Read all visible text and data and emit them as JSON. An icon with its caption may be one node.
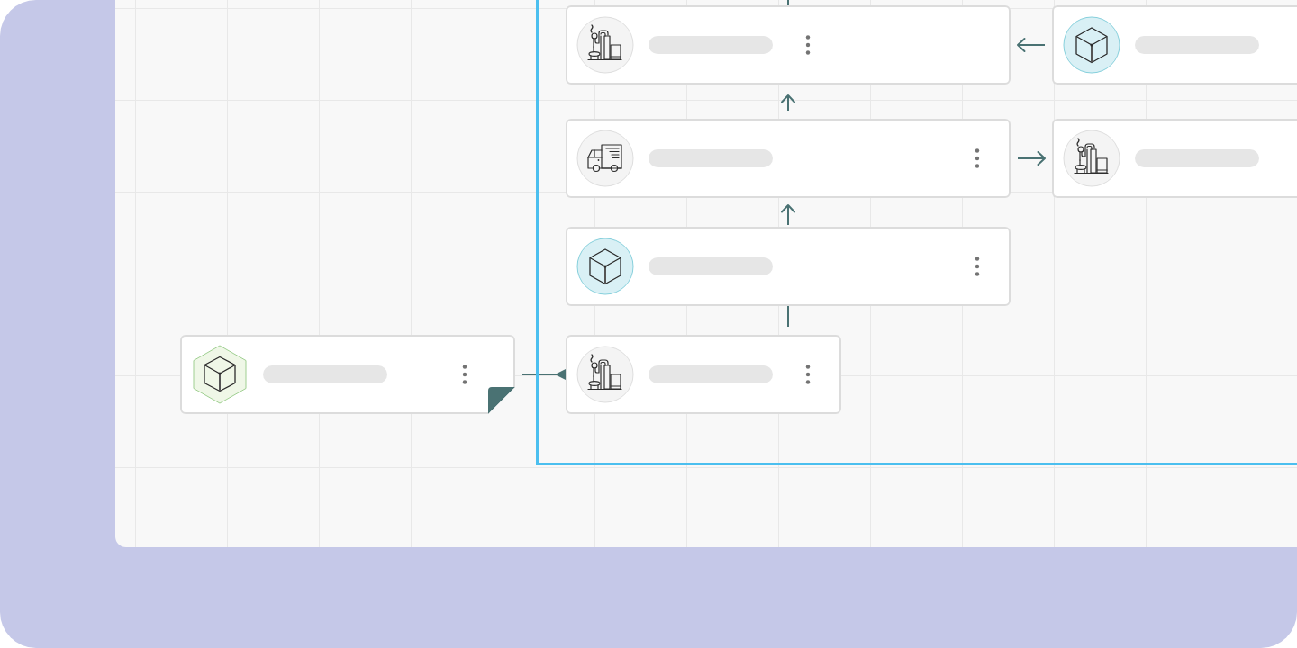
{
  "diagram": {
    "nodes": [
      {
        "text": [],
        "shape": "box"
      },
      {
        "text": [],
        "shape": "box",
        "in": 0
      },
      {
        "text": [],
        "shape": "box",
        "in": 0
      },
      {
        "text": [],
        "shape": "box",
        "in": 0
      },
      {
        "text": [],
        "shape": "box",
        "in": 0
      },
      {
        "text": [],
        "shape": "box",
        "in": 0
      },
      {
        "text": [],
        "shape": "box"
      },
      {
        "text": [],
        "shape": "box",
        "in": 0
      }
    ],
    "edges": [
      {
        "from": 1,
        "to": null,
        "arrow": "none"
      },
      {
        "from": 2,
        "to": 1,
        "arrow": "to"
      },
      {
        "from": 3,
        "to": 1,
        "arrow": "to"
      },
      {
        "from": 3,
        "to": 4,
        "arrow": "to"
      },
      {
        "from": 5,
        "to": 3,
        "arrow": "to"
      },
      {
        "from": 7,
        "to": 5,
        "arrow": "none"
      },
      {
        "from": 6,
        "to": 7,
        "arrow": "other"
      }
    ]
  }
}
